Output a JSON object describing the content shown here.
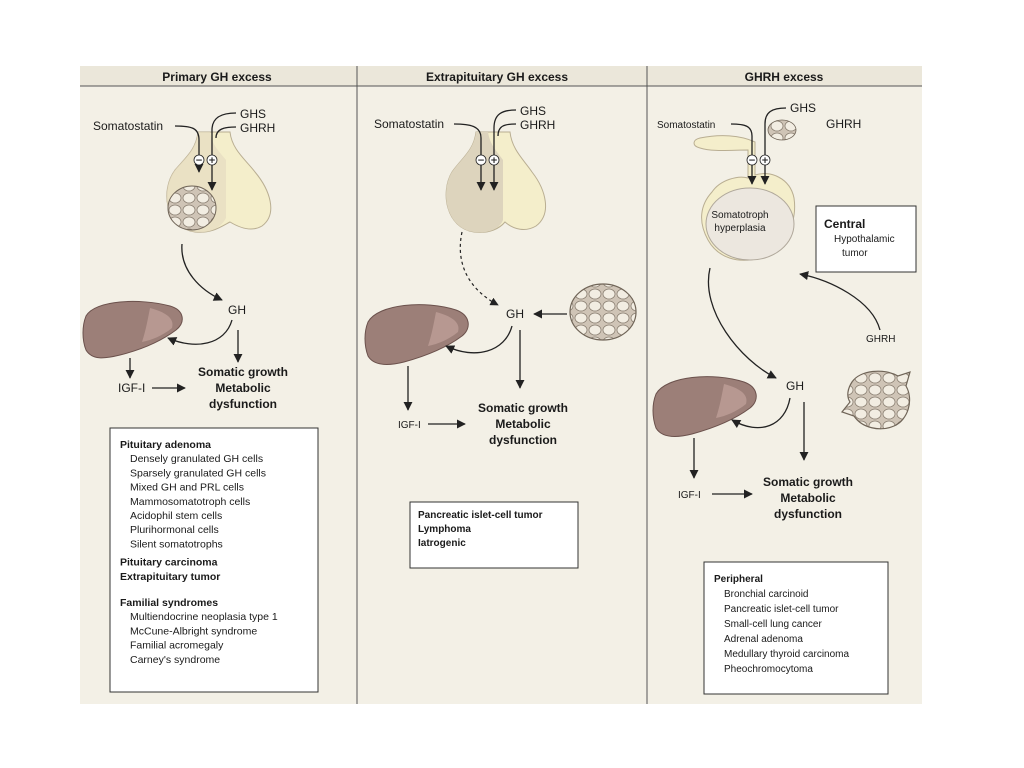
{
  "panels": [
    {
      "header": "Primary GH excess",
      "somatostatin": "Somatostatin",
      "ghs": "GHS",
      "ghrh": "GHRH",
      "minus": "−",
      "plus": "+",
      "gh": "GH",
      "igf": "IGF-I",
      "effect1": "Somatic growth",
      "effect2": "Metabolic",
      "effect3": "dysfunction",
      "box": [
        {
          "text": "Pituitary adenoma",
          "bold": true
        },
        {
          "text": "Densely granulated GH cells",
          "bold": false
        },
        {
          "text": "Sparsely granulated GH cells",
          "bold": false
        },
        {
          "text": "Mixed GH and PRL cells",
          "bold": false
        },
        {
          "text": "Mammosomatotroph cells",
          "bold": false
        },
        {
          "text": "Acidophil stem cells",
          "bold": false
        },
        {
          "text": "Plurihormonal cells",
          "bold": false
        },
        {
          "text": "Silent somatotrophs",
          "bold": false
        },
        {
          "text": "Pituitary carcinoma",
          "bold": true
        },
        {
          "text": "Extrapituitary tumor",
          "bold": true
        },
        {
          "text": "Familial syndromes",
          "bold": true
        },
        {
          "text": "Multiendocrine neoplasia type 1",
          "bold": false
        },
        {
          "text": "McCune-Albright syndrome",
          "bold": false
        },
        {
          "text": "Familial acromegaly",
          "bold": false
        },
        {
          "text": "Carney's syndrome",
          "bold": false
        }
      ]
    },
    {
      "header": "Extrapituitary GH excess",
      "somatostatin": "Somatostatin",
      "ghs": "GHS",
      "ghrh": "GHRH",
      "minus": "−",
      "plus": "+",
      "gh": "GH",
      "igf": "IGF-I",
      "effect1": "Somatic growth",
      "effect2": "Metabolic",
      "effect3": "dysfunction",
      "box": [
        {
          "text": "Pancreatic islet-cell tumor",
          "bold": true
        },
        {
          "text": "Lymphoma",
          "bold": true
        },
        {
          "text": "Iatrogenic",
          "bold": true
        }
      ]
    },
    {
      "header": "GHRH excess",
      "somatostatin": "Somatostatin",
      "ghs": "GHS",
      "ghrh": "GHRH",
      "minus": "−",
      "plus": "+",
      "hyperplasia1": "Somatotroph",
      "hyperplasia2": "hyperplasia",
      "central_title": "Central",
      "central1": "Hypothalamic",
      "central2": "tumor",
      "ghrh_side": "GHRH",
      "gh": "GH",
      "igf": "IGF-I",
      "effect1": "Somatic growth",
      "effect2": "Metabolic",
      "effect3": "dysfunction",
      "box": [
        {
          "text": "Peripheral",
          "bold": true
        },
        {
          "text": "Bronchial carcinoid",
          "bold": false
        },
        {
          "text": "Pancreatic islet-cell tumor",
          "bold": false
        },
        {
          "text": "Small-cell lung cancer",
          "bold": false
        },
        {
          "text": "Adrenal adenoma",
          "bold": false
        },
        {
          "text": "Medullary thyroid carcinoma",
          "bold": false
        },
        {
          "text": "Pheochromocytoma",
          "bold": false
        }
      ]
    }
  ],
  "colors": {
    "panel_bg": "#f3f0e6",
    "pituitary": "#f4eecb",
    "pituitary_shade": "#e6dcc0",
    "liver": "#9c7f78",
    "liver_dark": "#7c5f5a",
    "tumor": "#d9cfc4"
  }
}
